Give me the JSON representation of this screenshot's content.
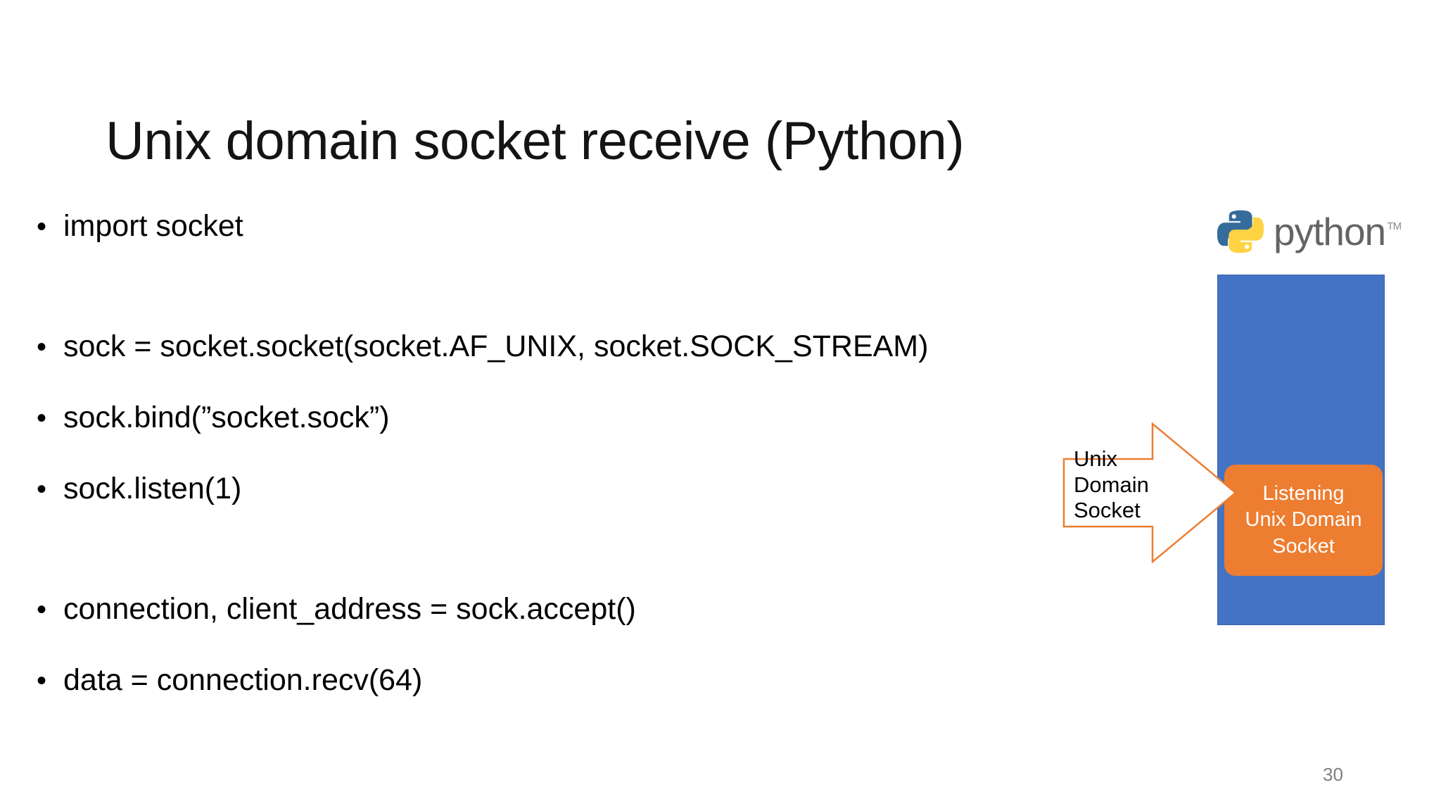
{
  "slide": {
    "title": "Unix domain socket receive (Python)",
    "page_number": "30",
    "background_color": "#FFFFFF"
  },
  "body": {
    "bullet_marker": "•",
    "items": [
      {
        "text": "import socket",
        "gap_after": "large"
      },
      {
        "text": "sock = socket.socket(socket.AF_UNIX, socket.SOCK_STREAM)",
        "gap_after": "none"
      },
      {
        "text": "sock.bind(”socket.sock”)",
        "gap_after": "none"
      },
      {
        "text": "sock.listen(1)",
        "gap_after": "large"
      },
      {
        "text": "connection, client_address = sock.accept()",
        "gap_after": "none"
      },
      {
        "text": "data = connection.recv(64)",
        "gap_after": "none"
      }
    ]
  },
  "diagram": {
    "logo": {
      "wordmark": "python",
      "trademark": "TM",
      "snake_blue": "#366C9C",
      "snake_yellow": "#FFD343",
      "wordmark_color": "#646464"
    },
    "process_box": {
      "color": "#4472C4"
    },
    "socket_box": {
      "lines": [
        "Listening",
        "Unix Domain",
        "Socket"
      ],
      "color": "#ED7D31",
      "text_color": "#FFFFFF"
    },
    "arrow": {
      "lines": [
        "Unix",
        "Domain",
        "Socket"
      ],
      "outline_color": "#ED7D31",
      "fill_color": "#FFFFFF",
      "text_color": "#000000",
      "direction": "right"
    }
  }
}
